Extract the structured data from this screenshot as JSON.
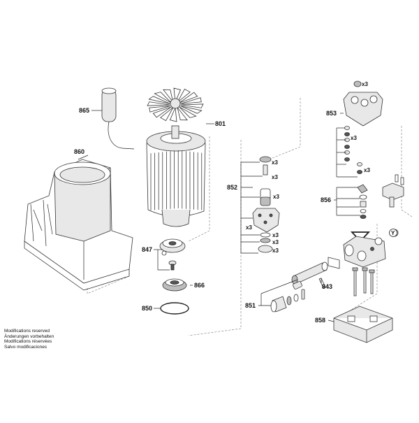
{
  "labels": {
    "p865": "865",
    "p801": "801",
    "p860": "860",
    "p853": "853",
    "p852": "852",
    "p856": "856",
    "p847": "847",
    "p866": "866",
    "p850": "850",
    "p843": "843",
    "p851": "851",
    "p858": "858"
  },
  "quantities": {
    "q1": "x3",
    "q2": "x3",
    "q3": "x3",
    "q4": "x3",
    "q5": "x3",
    "q6": "x3",
    "q7": "x3",
    "q8": "x3",
    "q9": "x3",
    "q10": "x3"
  },
  "callout_y": "Y",
  "notes": [
    "Modifications reserved",
    "Änderungen vorbehalten",
    "Modifications réservées",
    "Salvo modificaciones"
  ]
}
